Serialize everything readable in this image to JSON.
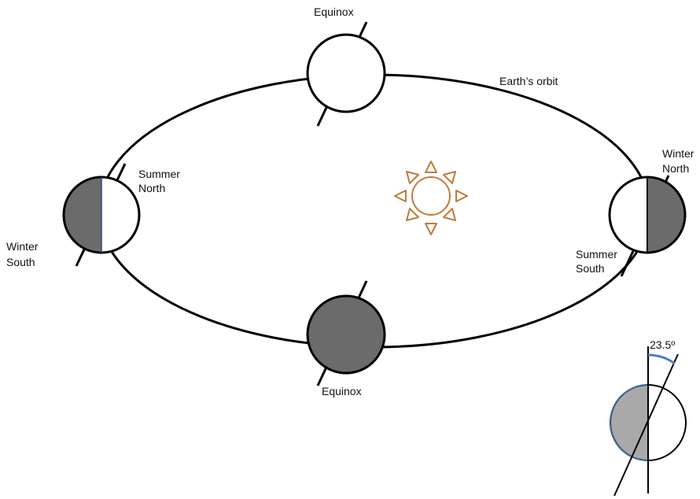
{
  "labels": {
    "equinox_top": "Equinox",
    "equinox_bottom": "Equinox",
    "orbit": "Earth’s orbit",
    "left_summer": [
      "Summer",
      "North"
    ],
    "left_winter": [
      "Winter",
      "South"
    ],
    "right_winter": [
      "Winter",
      "North"
    ],
    "right_summer": [
      "Summer",
      "South"
    ],
    "tilt_angle": "23.5º"
  },
  "colors": {
    "outline": "#000000",
    "night_shade": "#6b6b6b",
    "inset_shade": "#a9a9a9",
    "sun": "#c07a3e",
    "angle_arc": "#4a7fc1"
  },
  "icons": {
    "sun": "sun-icon"
  }
}
